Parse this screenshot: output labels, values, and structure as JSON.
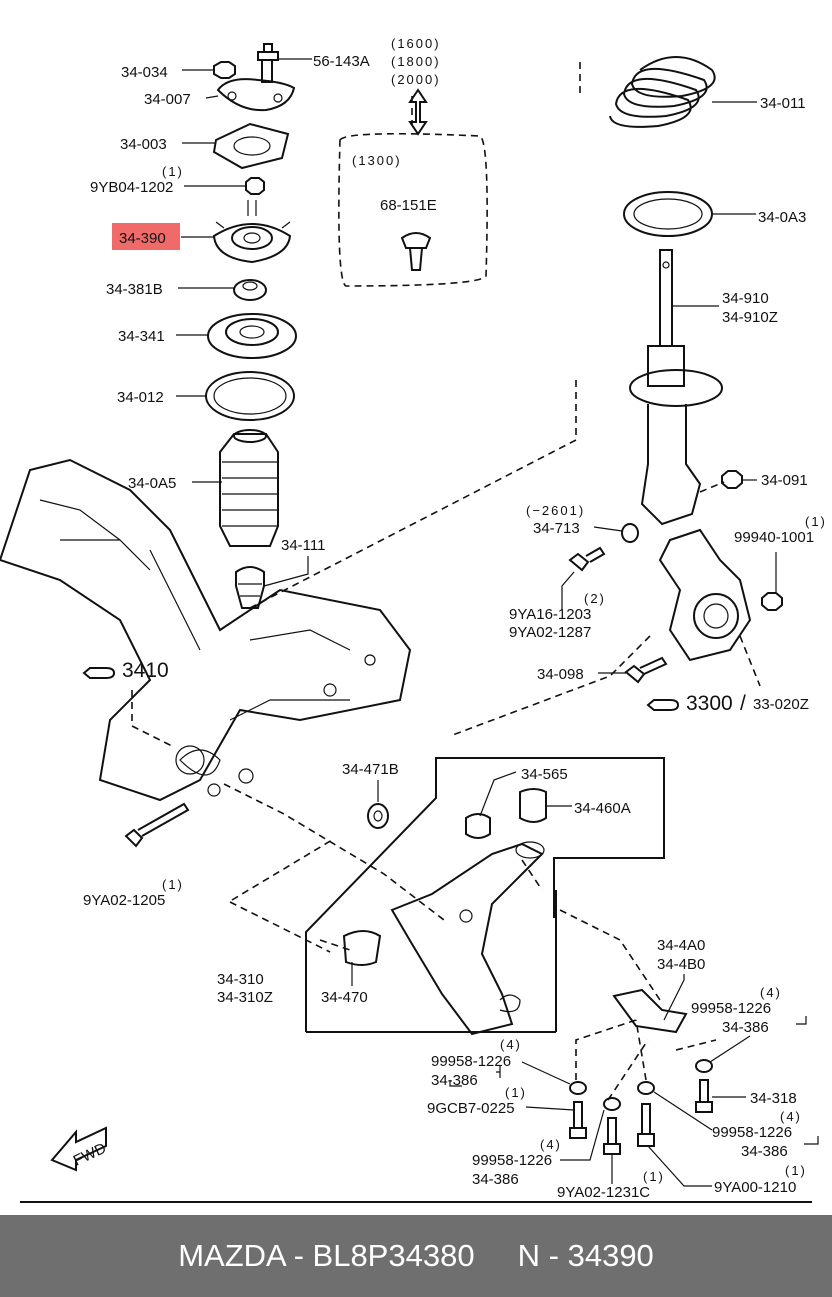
{
  "labels": {
    "p34034": "34-034",
    "p56143a": "56-143A",
    "v1600": "(1600)",
    "v1800": "(1800)",
    "v2000": "(2000)",
    "p34007": "34-007",
    "p34003": "34-003",
    "n1a": "(1)",
    "p9yb041202": "9YB04-1202",
    "v1300": "(1300)",
    "p68151e": "68-151E",
    "p34390": "34-390",
    "p34381b": "34-381B",
    "p34341": "34-341",
    "p34012": "34-012",
    "p340a5": "34-0A5",
    "p34111": "34-111",
    "p34011": "34-011",
    "p340a3": "34-0A3",
    "p34910": "34-910",
    "p34910z": "34-910Z",
    "p34091": "34-091",
    "v2601": "(−2601)",
    "p34713": "34-713",
    "n1b": "(1)",
    "p999401001": "99940-1001",
    "n2": "(2)",
    "p9ya161203": "9YA16-1203",
    "p9ya021287": "9YA02-1287",
    "p34098": "34-098",
    "ref3410": "3410",
    "ref3300": "3300",
    "slash": "/",
    "p33020z": "33-020Z",
    "p34471b": "34-471B",
    "p34565": "34-565",
    "p34460a": "34-460A",
    "n1c": "(1)",
    "p9ya021205": "9YA02-1205",
    "p344a0": "34-4A0",
    "p344b0": "34-4B0",
    "n4a": "(4)",
    "p999581226a": "99958-1226",
    "p34386a": "34-386",
    "p34310": "34-310",
    "p34310z": "34-310Z",
    "p34470": "34-470",
    "n4b": "(4)",
    "p999581226b": "99958-1226",
    "p34386b": "34-386",
    "n1d": "(1)",
    "p9gcb70225": "9GCB7-0225",
    "p34318": "34-318",
    "n4c": "(4)",
    "p999581226c": "99958-1226",
    "p34386c": "34-386",
    "n4d": "(4)",
    "p999581226d": "99958-1226",
    "p34386d": "34-386",
    "n1e": "(1)",
    "p9ya021231c": "9YA02-1231C",
    "n1f": "(1)",
    "p9ya001210": "9YA00-1210",
    "fwd": "FWD"
  },
  "footer": {
    "brand": "MAZDA - BL8P34380",
    "number": "N - 34390"
  },
  "colors": {
    "highlight": "#f06a6a",
    "footer_bg": "#6f6f6f"
  }
}
